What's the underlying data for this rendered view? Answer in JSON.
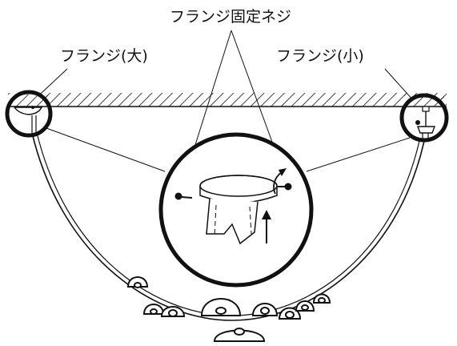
{
  "labels": {
    "flange_screw": "フランジ固定ネジ",
    "flange_large": "フランジ(大)",
    "flange_small": "フランジ(小)"
  },
  "colors": {
    "line": "#111111",
    "background": "#ffffff"
  }
}
